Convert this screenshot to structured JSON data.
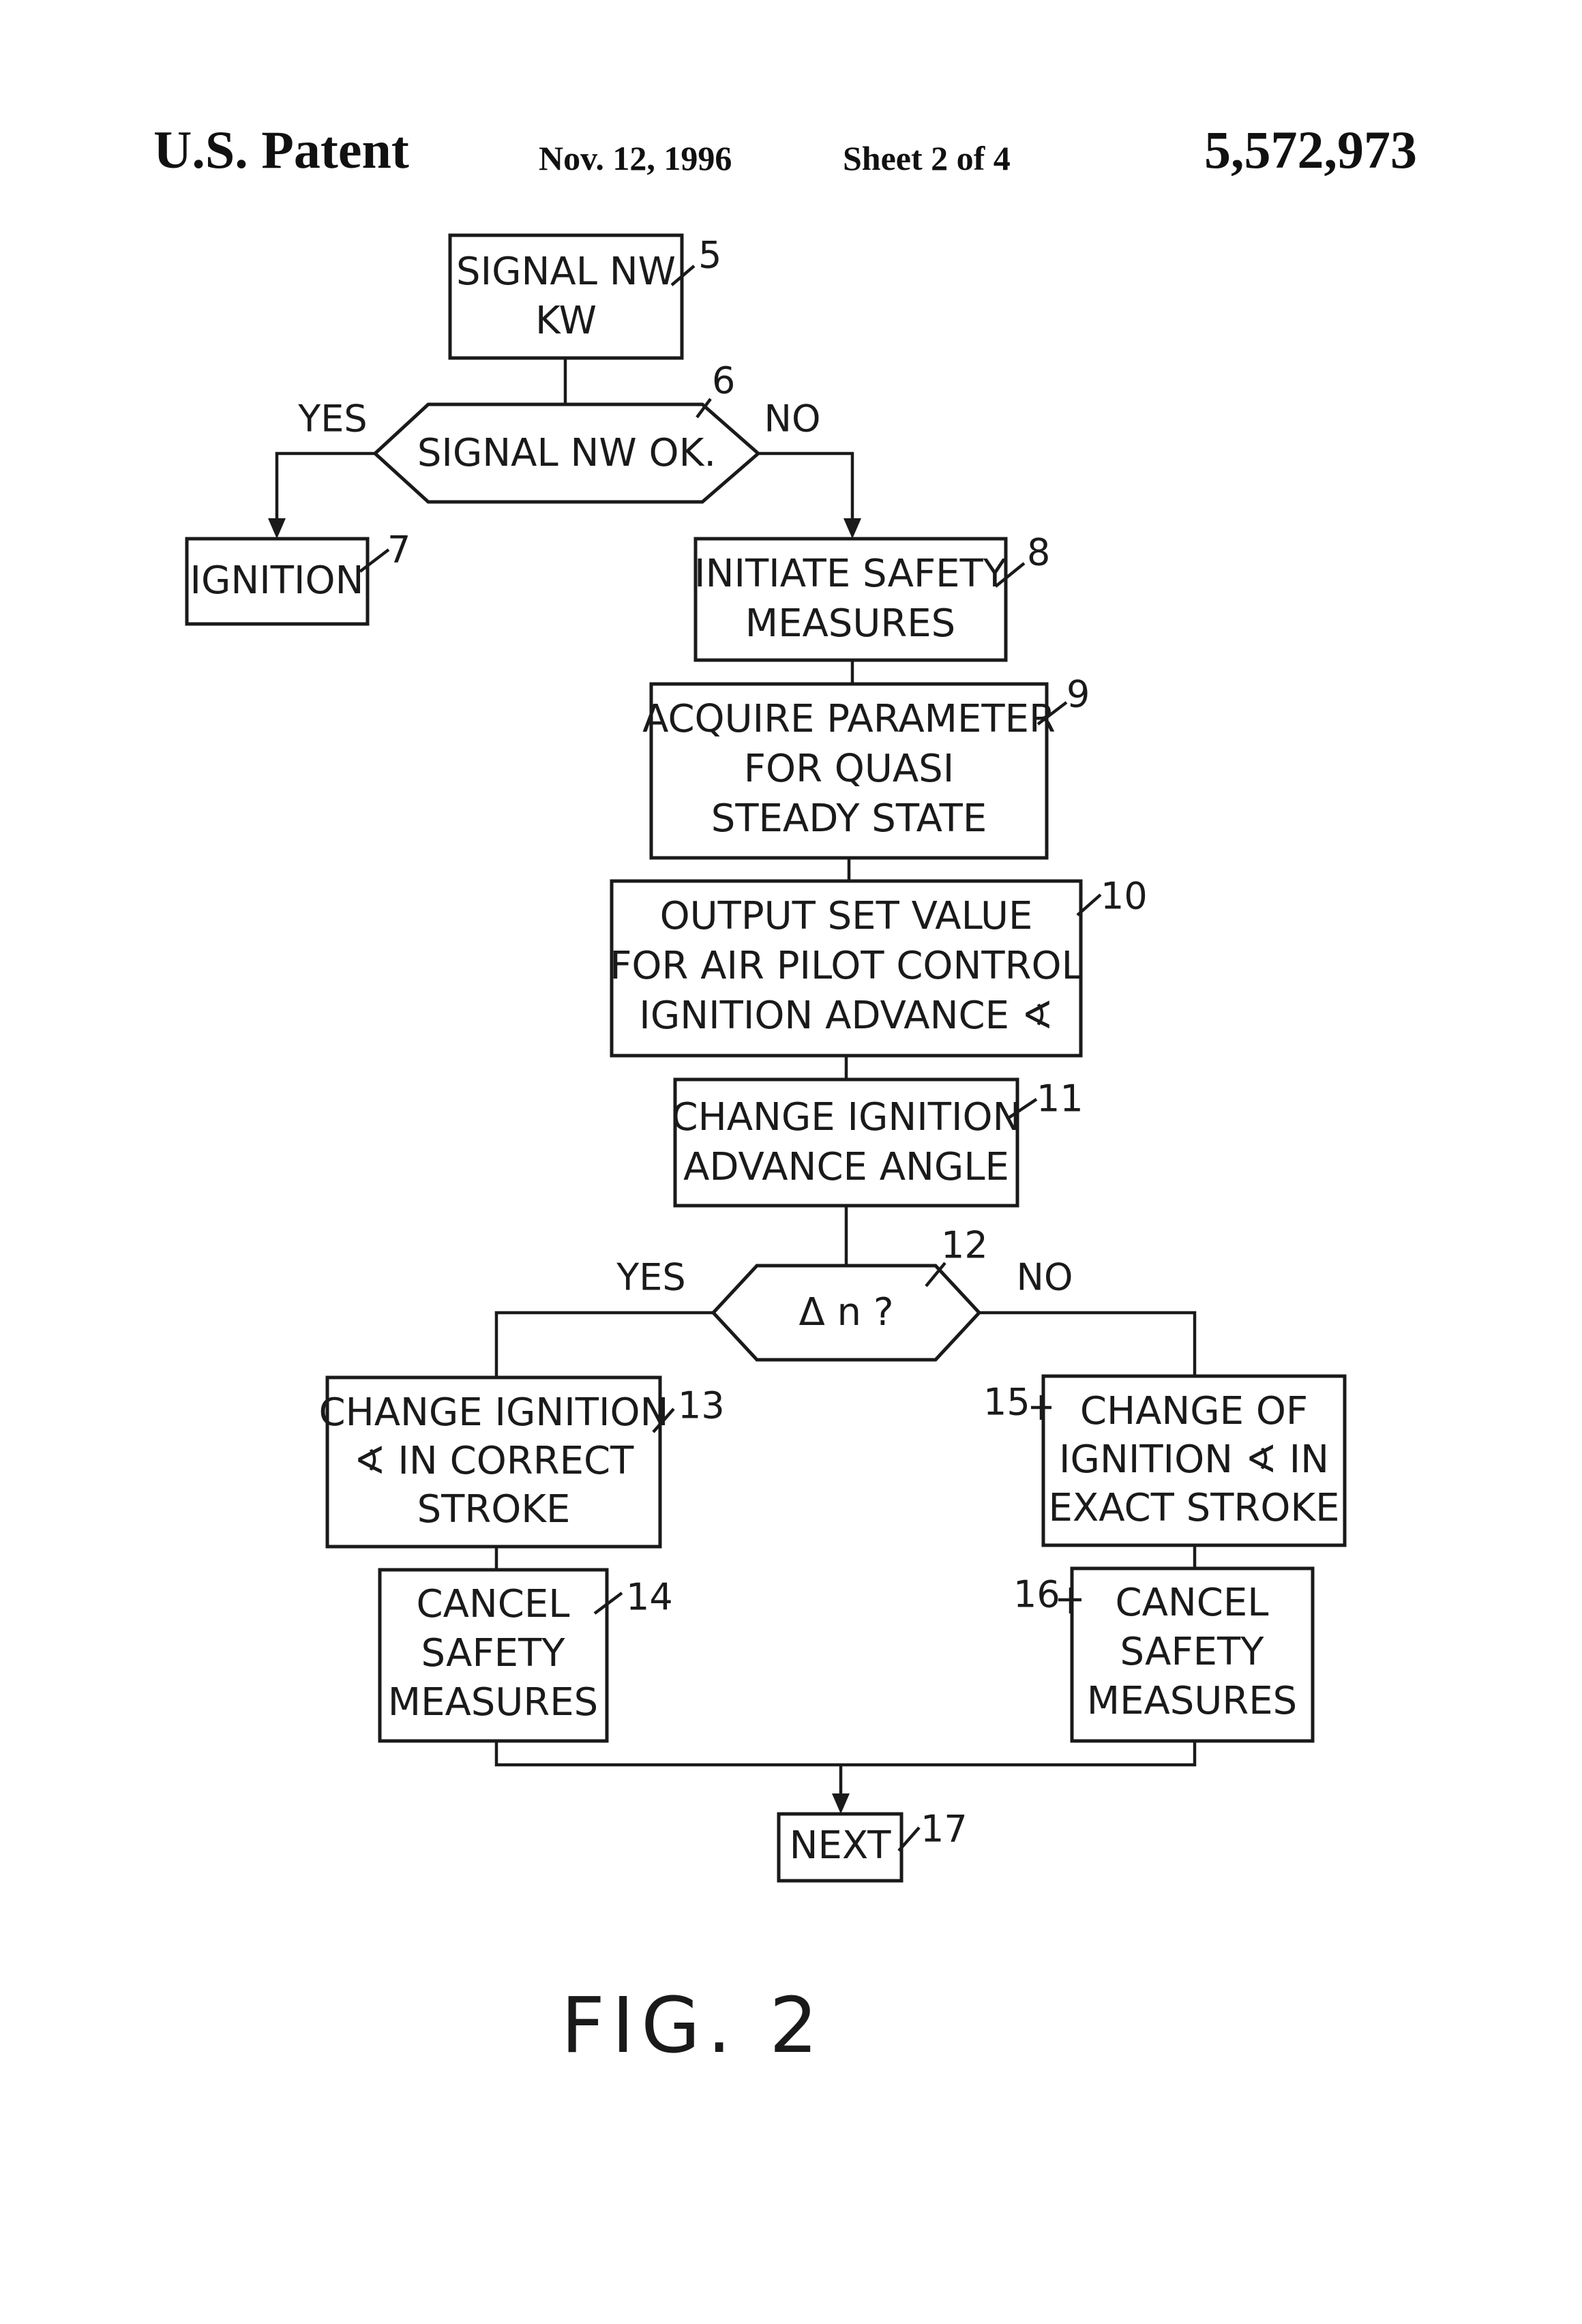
{
  "header": {
    "title": "U.S. Patent",
    "date": "Nov. 12, 1996",
    "sheet": "Sheet 2 of 4",
    "patent_number": "5,572,973"
  },
  "flowchart": {
    "b5": {
      "lines": [
        "SIGNAL NW",
        "KW"
      ],
      "ref": "5"
    },
    "d6": {
      "lines": [
        "SIGNAL NW OK."
      ],
      "ref": "6",
      "yes": "YES",
      "no": "NO"
    },
    "b7": {
      "lines": [
        "IGNITION"
      ],
      "ref": "7"
    },
    "b8": {
      "lines": [
        "INITIATE SAFETY",
        "MEASURES"
      ],
      "ref": "8"
    },
    "b9": {
      "lines": [
        "ACQUIRE PARAMETER",
        "FOR QUASI",
        "STEADY STATE"
      ],
      "ref": "9"
    },
    "b10": {
      "lines": [
        "OUTPUT SET VALUE",
        "FOR AIR PILOT CONTROL",
        "IGNITION ADVANCE ∢"
      ],
      "ref": "10"
    },
    "b11": {
      "lines": [
        "CHANGE IGNITION",
        "ADVANCE ANGLE"
      ],
      "ref": "11"
    },
    "d12": {
      "lines": [
        "Δ n ?"
      ],
      "ref": "12",
      "yes": "YES",
      "no": "NO"
    },
    "b13": {
      "lines": [
        "CHANGE IGNITION",
        "∢ IN CORRECT",
        "STROKE"
      ],
      "ref": "13"
    },
    "b14": {
      "lines": [
        "CANCEL",
        "SAFETY",
        "MEASURES"
      ],
      "ref": "14"
    },
    "b15": {
      "lines": [
        "CHANGE OF",
        "IGNITION ∢ IN",
        "EXACT STROKE"
      ],
      "ref": "15"
    },
    "b16": {
      "lines": [
        "CANCEL",
        "SAFETY",
        "MEASURES"
      ],
      "ref": "16"
    },
    "b17": {
      "lines": [
        "NEXT"
      ],
      "ref": "17"
    }
  },
  "figure_label": "FIG. 2"
}
